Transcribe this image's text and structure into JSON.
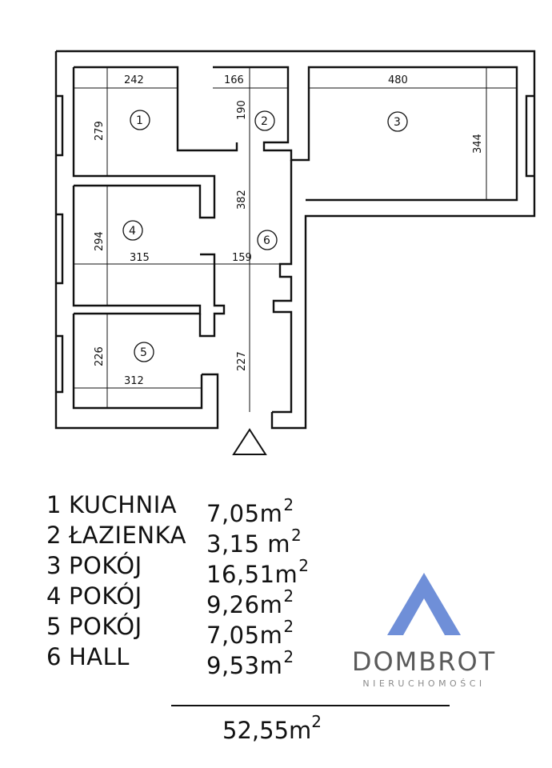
{
  "plan": {
    "dimensions": {
      "d242": "242",
      "d166": "166",
      "d480": "480",
      "d279": "279",
      "d190": "190",
      "d344": "344",
      "d382": "382",
      "d294": "294",
      "d315": "315",
      "d159": "159",
      "d226": "226",
      "d227": "227",
      "d312": "312"
    },
    "room_numbers": [
      "1",
      "2",
      "3",
      "4",
      "5",
      "6"
    ]
  },
  "legend": {
    "rooms": [
      {
        "num": "1",
        "name": "KUCHNIA",
        "area": "7,05m",
        "sup": "2"
      },
      {
        "num": "2",
        "name": "ŁAZIENKA",
        "area": "3,15 m",
        "sup": "2"
      },
      {
        "num": "3",
        "name": "POKÓJ",
        "area": "16,51m",
        "sup": "2"
      },
      {
        "num": "4",
        "name": "POKÓJ",
        "area": "9,26m",
        "sup": "2"
      },
      {
        "num": "5",
        "name": "POKÓJ",
        "area": "7,05m",
        "sup": "2"
      },
      {
        "num": "6",
        "name": "HALL",
        "area": "9,53m",
        "sup": "2"
      }
    ],
    "total": "52,55m",
    "total_sup": "2"
  },
  "logo": {
    "name": "DOMBROT",
    "tagline": "NIERUCHOMOŚCI",
    "color": "#6f8fd8"
  }
}
